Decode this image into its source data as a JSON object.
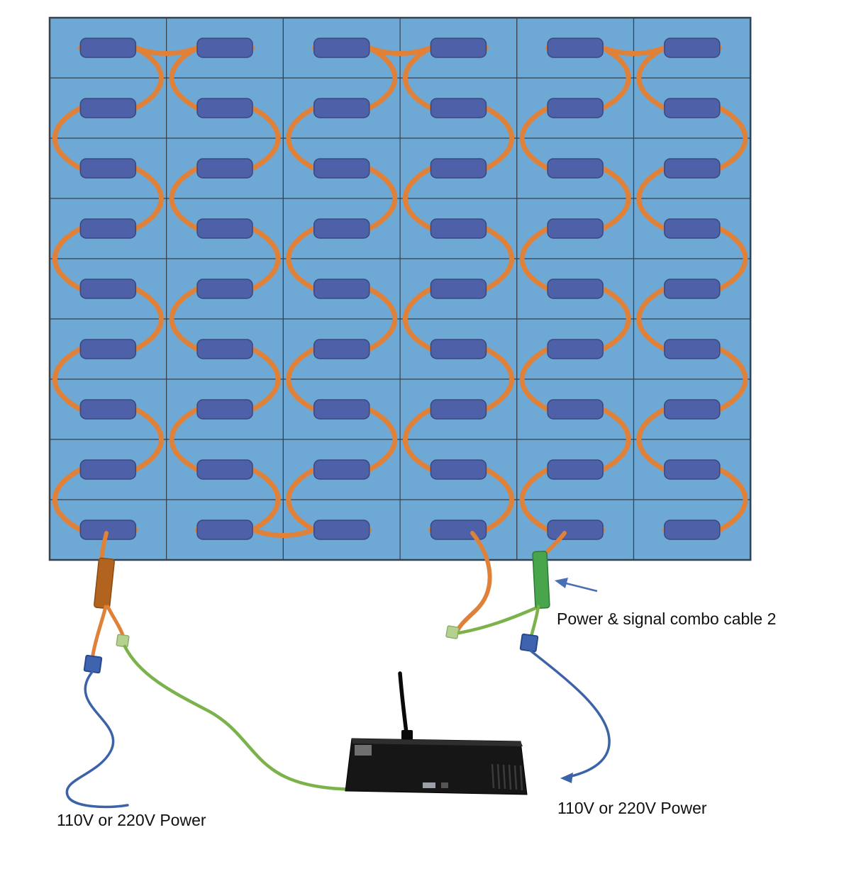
{
  "diagram": {
    "type": "led-panel-wiring-diagram",
    "labels": {
      "combo_cable_2": "Power & signal combo cable 2",
      "power_left": "110V or 220V Power",
      "power_right": "110V or 220V Power"
    },
    "panel": {
      "rows": 9,
      "cols": 6,
      "module_count": 54
    },
    "colors": {
      "panel_fill": "#6ea9d6",
      "panel_grid_line": "#39424c",
      "module_fill": "#4d60a8",
      "module_stroke": "#39497f",
      "data_cable_orange": "#df8138",
      "signal_cable_green": "#7cb24c",
      "power_cable_blue": "#3c63a8",
      "combo_connector_left": "#b2641f",
      "combo_connector_right": "#49a54c",
      "plug_blue": "#3f63ae",
      "plug_green": "#b5d190",
      "controller_body": "#161616",
      "arrow_blue": "#4a6fb5",
      "background": "#ffffff",
      "text": "#111111"
    }
  }
}
